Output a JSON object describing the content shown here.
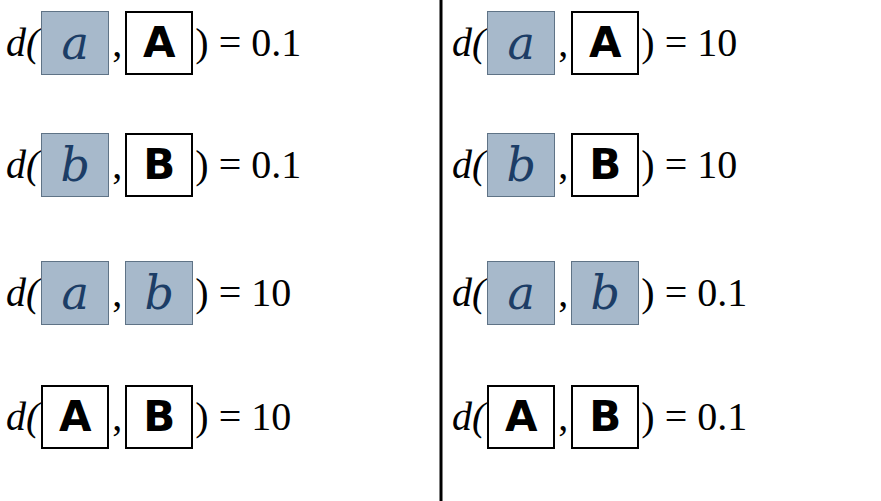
{
  "diagram": {
    "nodes": [
      {
        "text": [
          "a"
        ]
      },
      {
        "text": [
          "A"
        ]
      },
      {
        "text": [
          "b"
        ]
      },
      {
        "text": [
          "B"
        ]
      },
      {
        "text": [
          "a"
        ]
      },
      {
        "text": [
          "b"
        ]
      },
      {
        "text": [
          "A"
        ]
      },
      {
        "text": [
          "B"
        ]
      },
      {
        "text": [
          "a"
        ]
      },
      {
        "text": [
          "A"
        ]
      },
      {
        "text": [
          "b"
        ]
      },
      {
        "text": [
          "B"
        ]
      },
      {
        "text": [
          "a"
        ]
      },
      {
        "text": [
          "b"
        ]
      },
      {
        "text": [
          "A"
        ]
      },
      {
        "text": [
          "B"
        ]
      }
    ],
    "labels": [
      "d(",
      ",",
      ") = 0.1",
      "d(",
      ",",
      ") = 0.1",
      "d(",
      ",",
      ") = 10",
      "d(",
      ",",
      ") = 10",
      "d(",
      ",",
      ") = 10",
      "d(",
      ",",
      ") = 10",
      "d(",
      ",",
      ") = 0.1",
      "d(",
      ",",
      ") = 0.1"
    ]
  }
}
